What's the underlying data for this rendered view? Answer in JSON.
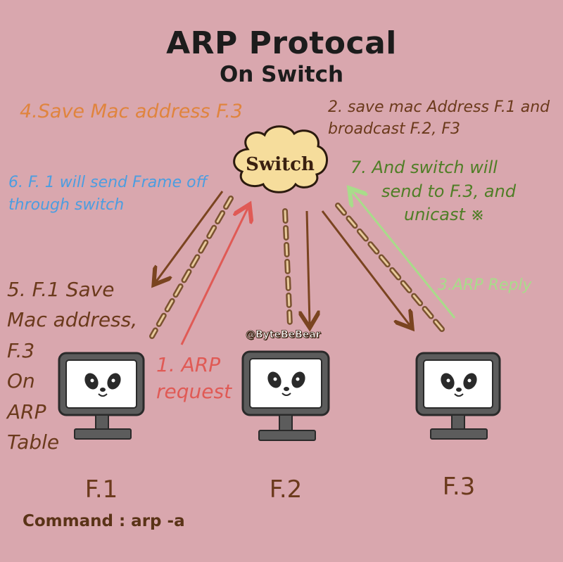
{
  "title": "ARP Protocal",
  "subtitle": "On Switch",
  "switch_label": "Switch",
  "handle": "@ByteBeBear",
  "notes": {
    "step4": "4.Save Mac address F.3",
    "step2": "2. save mac Address F.1 and broadcast F.2, F3",
    "step6": "6. F. 1 will send Frame off through switch",
    "step7": {
      "line1": "7. And switch will",
      "line2": "send to F.3, and",
      "line3": "unicast ※"
    },
    "step5": {
      "line1": "5. F.1 Save",
      "line2": "Mac address,",
      "line3": "F.3",
      "line4": "On",
      "line5": "ARP",
      "line6": "Table"
    },
    "step1": {
      "line1": "1. ARP",
      "line2": "request"
    },
    "step3": "3.ARP Reply"
  },
  "pcs": [
    {
      "label": "F.1"
    },
    {
      "label": "F.2"
    },
    {
      "label": "F.3"
    }
  ],
  "command": "Command : arp -a",
  "colors": {
    "background": "#d9a7ae",
    "orange": "#e0843e",
    "brown": "#6b3a1c",
    "blue": "#4c9de0",
    "green": "#4f7e26",
    "red": "#e05a55",
    "lime": "#a8dc8a",
    "cloud": "#f6dd9c"
  }
}
